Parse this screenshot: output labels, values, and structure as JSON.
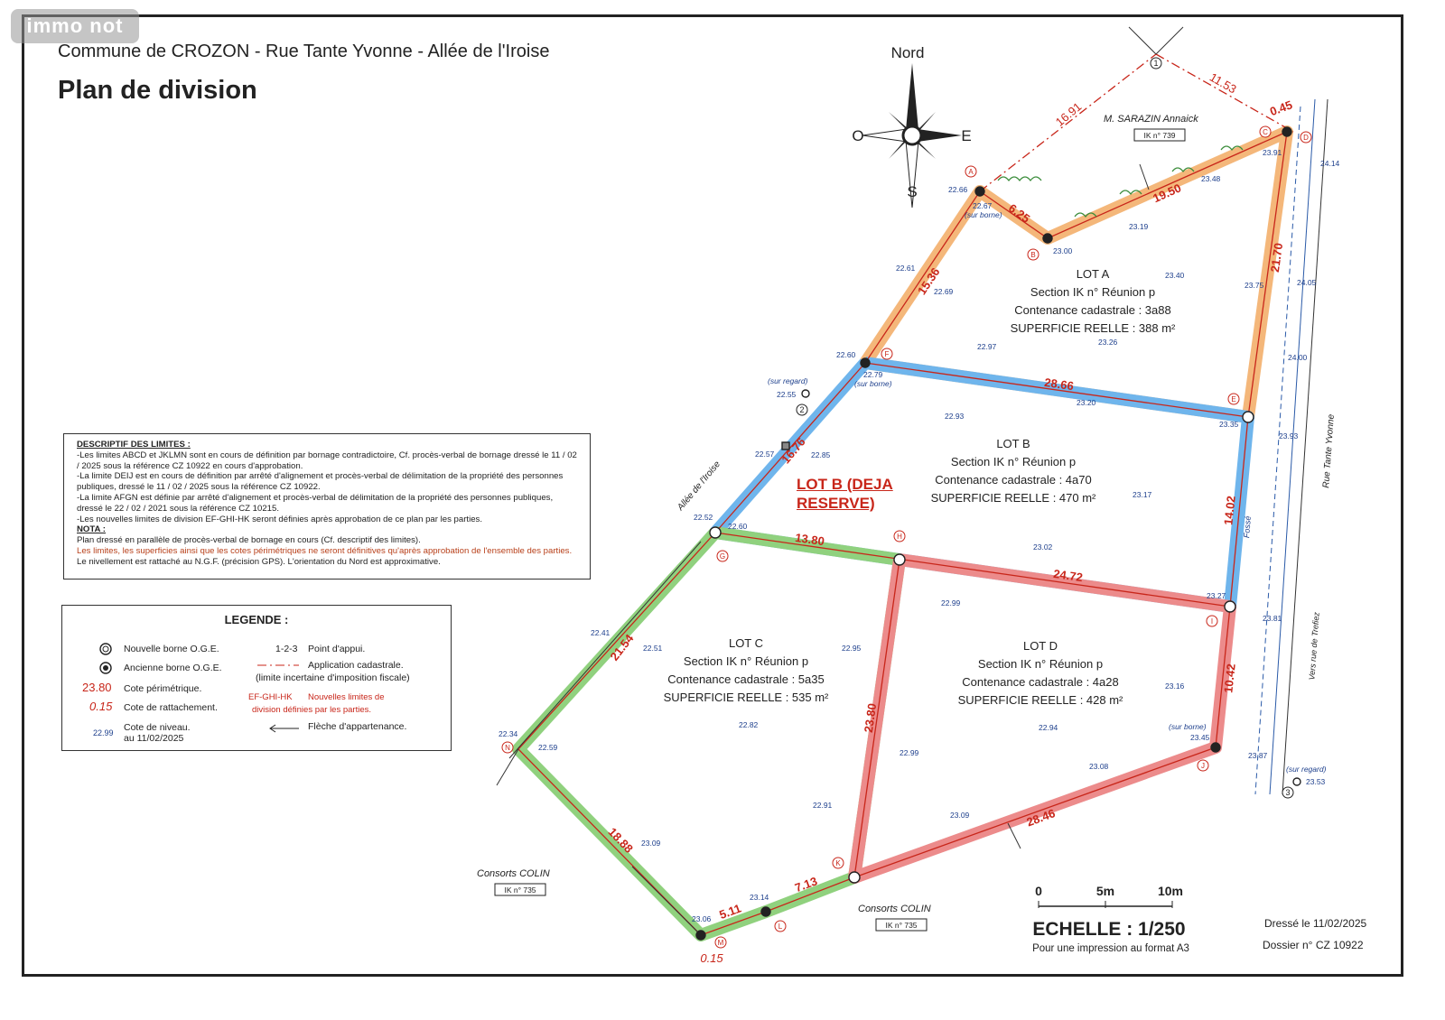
{
  "watermark": "immo not",
  "header": {
    "location": "Commune de CROZON - Rue Tante Yvonne - Allée de l'Iroise",
    "title": "Plan de division"
  },
  "compass": {
    "north": "Nord",
    "south": "S",
    "east": "E",
    "west": "O"
  },
  "neighbors": {
    "sarazin": "M. SARAZIN Annaick",
    "sarazin_ref": "IK n° 739",
    "colin_left": "Consorts COLIN",
    "colin_left_ref": "IK n° 735",
    "colin_bottom": "Consorts COLIN",
    "colin_bottom_ref": "IK n° 735"
  },
  "streets": {
    "iroise": "Allée de l'Iroise",
    "tante_yvonne": "Rue Tante Yvonne",
    "trefiez": "Vers rue de Trefiez",
    "fosse": "Fossé"
  },
  "lots": {
    "a": {
      "name": "LOT A",
      "section": "Section IK n° Réunion p",
      "contenance": "Contenance cadastrale : 3a88",
      "superficie": "SUPERFICIE REELLE : 388 m²"
    },
    "b": {
      "name": "LOT B",
      "section": "Section IK n° Réunion p",
      "contenance": "Contenance cadastrale : 4a70",
      "superficie": "SUPERFICIE REELLE : 470 m²"
    },
    "c": {
      "name": "LOT C",
      "section": "Section IK n° Réunion p",
      "contenance": "Contenance cadastrale : 5a35",
      "superficie": "SUPERFICIE REELLE : 535 m²"
    },
    "d": {
      "name": "LOT D",
      "section": "Section IK n° Réunion p",
      "contenance": "Contenance cadastrale : 4a28",
      "superficie": "SUPERFICIE REELLE : 428 m²"
    }
  },
  "deja_reserve": {
    "line1": "LOT B (DEJA",
    "line2": "RESERVE)"
  },
  "dimensions": {
    "d1691": "16.91",
    "d1153": "11.53",
    "d045": "0.45",
    "d625": "6.25",
    "d1950": "19.50",
    "d2170": "21.70",
    "d1536": "15.36",
    "d2866": "28.66",
    "d1676": "16.76",
    "d1402": "14.02",
    "d1380": "13.80",
    "d2472": "24.72",
    "d2154": "21.54",
    "d2380": "23.80",
    "d1042": "10.42",
    "d1888": "18.88",
    "d2846": "28.46",
    "d713": "7.13",
    "d511": "5.11",
    "d015": "0.15"
  },
  "elevations": {
    "e2266": "22.66",
    "e2267": "22.67",
    "e2300": "23.00",
    "e2319": "23.19",
    "e2348": "23.48",
    "e2391": "23.91",
    "e2414": "24.14",
    "e2261": "22.61",
    "e2269": "22.69",
    "e2340": "23.40",
    "e2375": "23.75",
    "e2405": "24.05",
    "e2297": "22.97",
    "e2326": "23.26",
    "e2260": "22.60",
    "e2279": "22.79",
    "e2400": "24.00",
    "e2255": "22.55",
    "e2320": "23.20",
    "e2335": "23.35",
    "e2293": "22.93",
    "e2393": "23.93",
    "e2257": "22.57",
    "e2285": "22.85",
    "e2317": "23.17",
    "e2252": "22.52",
    "e2260b": "22.60",
    "e2302": "23.02",
    "e2327": "23.27",
    "e2299": "22.99",
    "e2381": "23.81",
    "e2241": "22.41",
    "e2251": "22.51",
    "e2295": "22.95",
    "e2316": "23.16",
    "e2282": "22.82",
    "e2294": "22.94",
    "e2345": "23.45",
    "e2387": "23.87",
    "e2234": "22.34",
    "e2259": "22.59",
    "e2299b": "22.99",
    "e2308": "23.08",
    "e2353": "23.53",
    "e2291": "22.91",
    "e2309": "23.09",
    "e2309b": "23.09",
    "e2314": "23.14",
    "e2306": "23.06",
    "sur_borne_1": "(sur borne)",
    "sur_borne_2": "(sur borne)",
    "sur_borne_3": "(sur borne)",
    "sur_regard_1": "(sur regard)",
    "sur_regard_2": "(sur regard)"
  },
  "points": {
    "A": "A",
    "B": "B",
    "C": "C",
    "D": "D",
    "E": "E",
    "F": "F",
    "G": "G",
    "H": "H",
    "I": "I",
    "J": "J",
    "K": "K",
    "L": "L",
    "M": "M",
    "N": "N",
    "p1": "1",
    "p2": "2",
    "p3": "3"
  },
  "descriptif": {
    "title": "DESCRIPTIF DES LIMITES :",
    "line1": "-Les limites ABCD et JKLMN sont en cours de définition par bornage contradictoire, Cf. procès-verbal de bornage dressé le 11 / 02 / 2025 sous la référence CZ 10922 en cours d'approbation.",
    "line2": "-La limite DEIJ est en cours de définition par arrêté d'alignement et procès-verbal de délimitation de la propriété des personnes publiques, dressé le 11 / 02 / 2025 sous la référence CZ 10922.",
    "line3": "-La limite AFGN est définie par arrêté d'alignement et procès-verbal de délimitation de la propriété des personnes publiques, dressé le 22 / 02 / 2021 sous la référence CZ 10215.",
    "line4": "-Les nouvelles limites de division EF-GHI-HK seront définies après approbation de ce plan par les parties.",
    "nota_title": "NOTA :",
    "nota1": "Plan dressé en parallèle de procès-verbal de bornage en cours (Cf. descriptif des limites).",
    "nota2_red": "Les limites, les superficies ainsi que les cotes périmétriques ne seront définitives qu'après approbation de l'ensemble des parties.",
    "nota2_black": " Le nivellement est rattaché au N.G.F. (précision GPS). L'orientation du Nord est approximative."
  },
  "legende": {
    "title": "LEGENDE :",
    "nouvelle_borne": "Nouvelle borne O.G.E.",
    "ancienne_borne": "Ancienne borne O.G.E.",
    "cote_perim_val": "23.80",
    "cote_perim": "Cote périmétrique.",
    "cote_ratt_val": "0.15",
    "cote_ratt": "Cote de rattachement.",
    "cote_niv_val": "22.99",
    "cote_niv": "Cote de niveau.",
    "cote_niv_date": "au 11/02/2025",
    "point_appui_num": "1-2-3",
    "point_appui": "Point d'appui.",
    "application": "Application cadastrale.",
    "application_sub": "(limite incertaine d'imposition fiscale)",
    "nouv_lim_code": "EF-GHI-HK",
    "nouv_lim": "Nouvelles limites de",
    "nouv_lim_sub": "division définies par les parties.",
    "fleche": "Flèche d'appartenance."
  },
  "scale": {
    "t0": "0",
    "t5": "5m",
    "t10": "10m",
    "title": "ECHELLE : 1/250",
    "sub": "Pour une impression au format A3"
  },
  "footer": {
    "date": "Dressé le 11/02/2025",
    "dossier": "Dossier  n° CZ 10922"
  },
  "colors": {
    "lot_a": "#f4b77a",
    "lot_b": "#6fb5ec",
    "lot_c": "#90d17e",
    "lot_d": "#ec8b8b",
    "boundary_red": "#c8261a",
    "elevation_blue": "#1d3f8c"
  }
}
